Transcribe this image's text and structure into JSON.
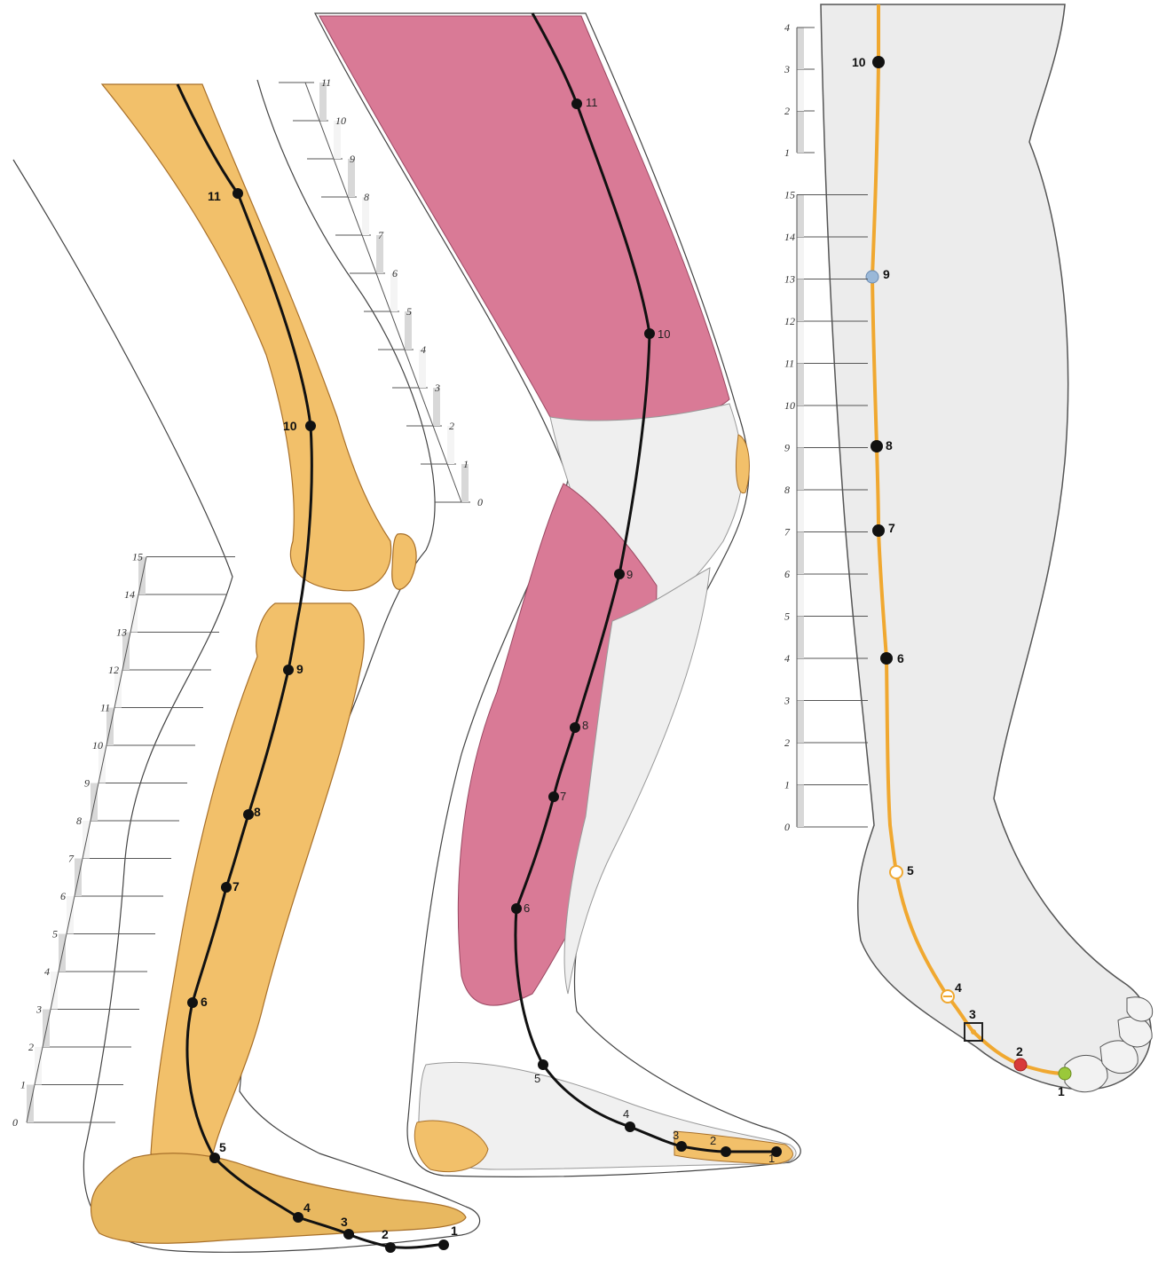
{
  "panels": {
    "skeleton": {
      "points": [
        {
          "label": "1"
        },
        {
          "label": "2"
        },
        {
          "label": "3"
        },
        {
          "label": "4"
        },
        {
          "label": "5"
        },
        {
          "label": "6"
        },
        {
          "label": "7"
        },
        {
          "label": "8"
        },
        {
          "label": "9"
        },
        {
          "label": "10"
        },
        {
          "label": "11"
        }
      ],
      "ruler_thigh": [
        "0",
        "1",
        "2",
        "3",
        "4",
        "5",
        "6",
        "7",
        "8",
        "9",
        "10",
        "11"
      ],
      "ruler_leg": [
        "0",
        "1",
        "2",
        "3",
        "4",
        "5",
        "6",
        "7",
        "8",
        "9",
        "10",
        "11",
        "12",
        "13",
        "14",
        "15"
      ]
    },
    "muscle": {
      "points": [
        {
          "label": "1"
        },
        {
          "label": "2"
        },
        {
          "label": "3"
        },
        {
          "label": "4"
        },
        {
          "label": "5"
        },
        {
          "label": "6"
        },
        {
          "label": "7"
        },
        {
          "label": "8"
        },
        {
          "label": "9"
        },
        {
          "label": "10"
        },
        {
          "label": "11"
        }
      ]
    },
    "surface": {
      "points": [
        {
          "label": "1",
          "marker": "green-yellow"
        },
        {
          "label": "2",
          "marker": "red"
        },
        {
          "label": "3",
          "marker": "square"
        },
        {
          "label": "4",
          "marker": "open-circle-bar"
        },
        {
          "label": "5",
          "marker": "open-circle"
        },
        {
          "label": "6",
          "marker": "black"
        },
        {
          "label": "7",
          "marker": "black"
        },
        {
          "label": "8",
          "marker": "black"
        },
        {
          "label": "9",
          "marker": "light-blue"
        },
        {
          "label": "10",
          "marker": "black"
        }
      ],
      "ruler_lower": [
        "0",
        "1",
        "2",
        "3",
        "4",
        "5",
        "6",
        "7",
        "8",
        "9",
        "10",
        "11",
        "12",
        "13",
        "14",
        "15"
      ],
      "ruler_upper": [
        "1",
        "2",
        "3",
        "4"
      ]
    }
  },
  "colors": {
    "bone": "#f2c06a",
    "bone_shade": "#c8903c",
    "muscle": "#d97a96",
    "skin": "#ececec",
    "meridian_black": "#111111",
    "meridian_orange": "#f0a830",
    "red_point": "#d83a3a",
    "blue_point": "#9ab8d8",
    "green_point": "#9ac83a"
  }
}
